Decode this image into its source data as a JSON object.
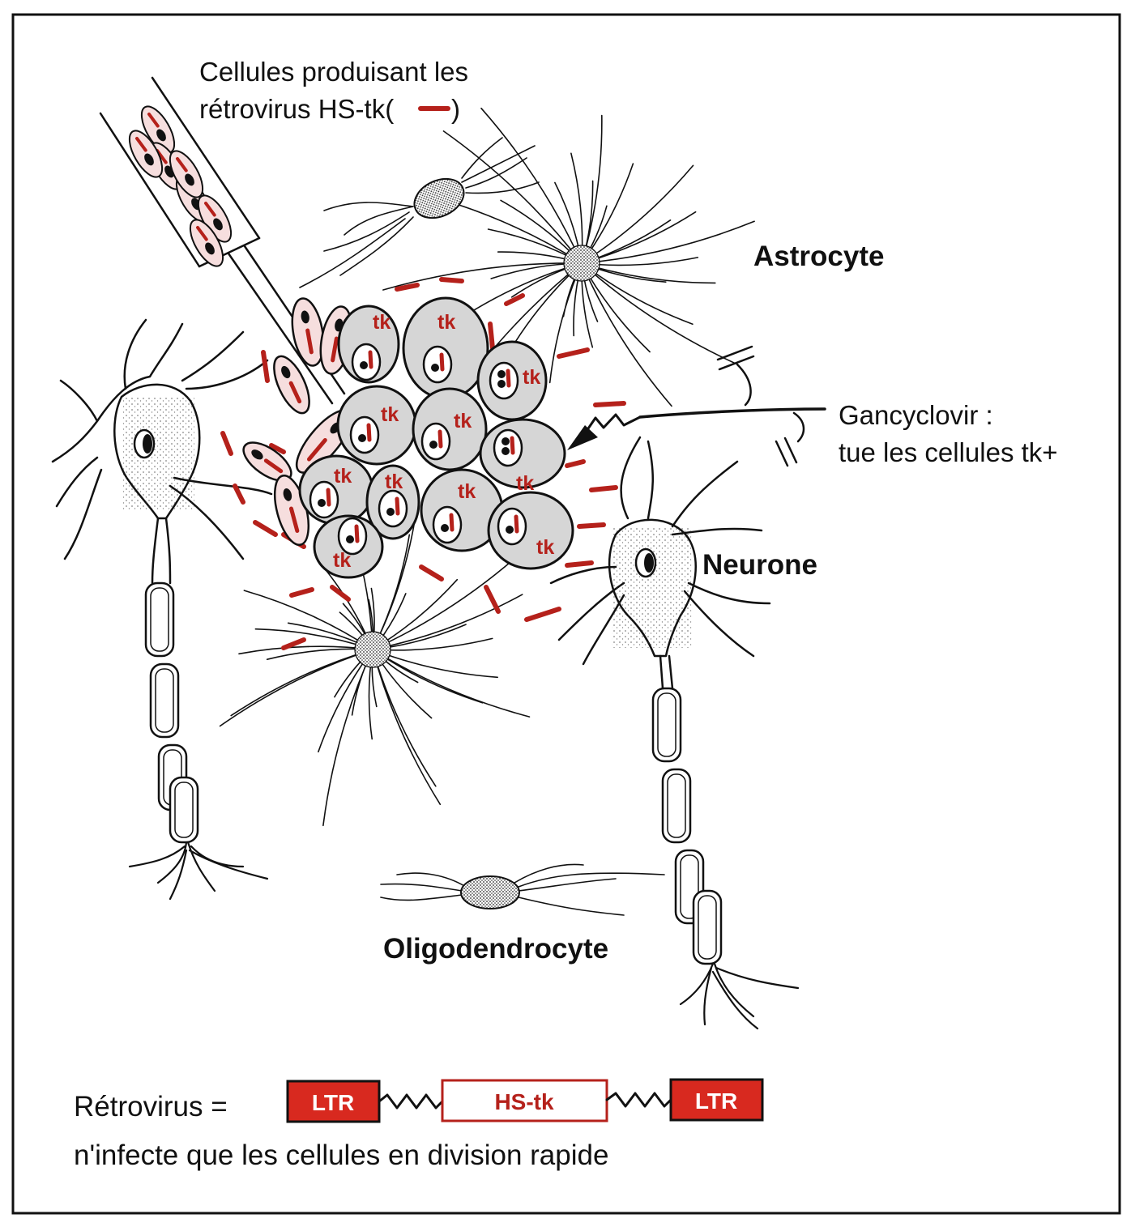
{
  "labels": {
    "producer_line1": "Cellules produisant les",
    "producer_line2": "rétrovirus HS-tk(",
    "producer_line2_close": ")",
    "astrocyte": "Astrocyte",
    "neurone": "Neurone",
    "oligodendrocyte": "Oligodendrocyte",
    "gancyclovir_line1": "Gancyclovir :",
    "gancyclovir_line2": "tue les cellules tk+",
    "tk": "tk"
  },
  "retrovirus": {
    "prefix": "Rétrovirus =",
    "ltr_left": "LTR",
    "gene": "HS-tk",
    "ltr_right": "LTR",
    "note": "n'infecte que les cellules en division rapide"
  },
  "colors": {
    "accent_red": "#b5211b",
    "ltr_fill": "#d8291f",
    "tumor_cell_fill": "#d6d6d6",
    "producer_cell_fill": "#f6dede",
    "ink": "#111111"
  }
}
